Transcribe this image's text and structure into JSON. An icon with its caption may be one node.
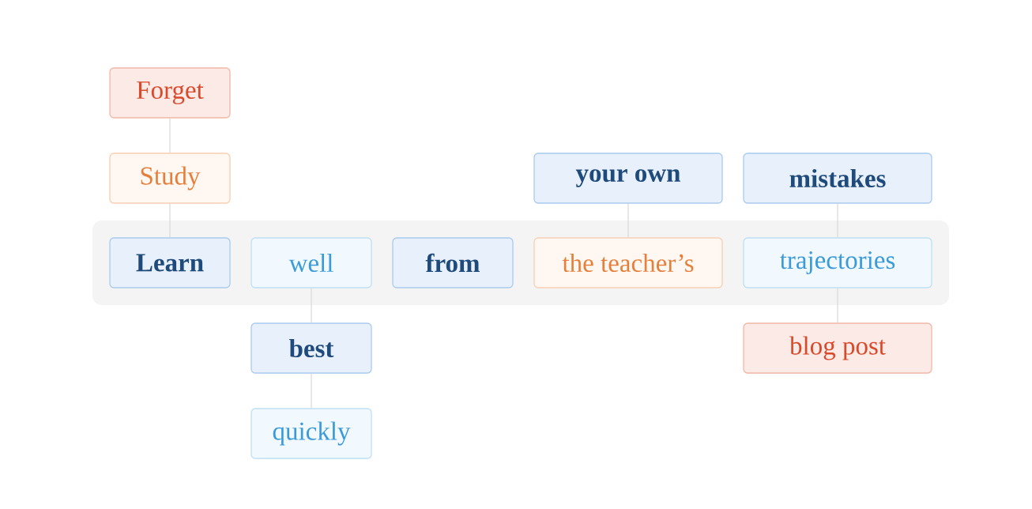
{
  "diagram": {
    "nodes": [
      {
        "text": [
          "Forget"
        ]
      },
      {
        "text": [
          "Study"
        ]
      },
      {
        "text": [
          "your own"
        ]
      },
      {
        "text": [
          "mistakes"
        ]
      },
      {
        "text": [],
        "shape": "band"
      },
      {
        "text": [
          "Learn"
        ],
        "in": 4
      },
      {
        "text": [
          "well"
        ],
        "in": 4
      },
      {
        "text": [
          "from"
        ],
        "in": 4
      },
      {
        "text": [
          "the teacher’s"
        ],
        "in": 4
      },
      {
        "text": [
          "trajectories"
        ],
        "in": 4
      },
      {
        "text": [
          "best"
        ]
      },
      {
        "text": [
          "blog post"
        ]
      },
      {
        "text": [
          "quickly"
        ]
      }
    ],
    "edges": [
      {
        "from": 0,
        "to": 1,
        "arrow": "none"
      },
      {
        "from": 1,
        "to": 5,
        "arrow": "none"
      },
      {
        "from": 2,
        "to": 8,
        "arrow": "none"
      },
      {
        "from": 3,
        "to": 9,
        "arrow": "none"
      },
      {
        "from": 6,
        "to": 10,
        "arrow": "none"
      },
      {
        "from": 9,
        "to": 11,
        "arrow": "none"
      },
      {
        "from": 10,
        "to": 12,
        "arrow": "none"
      }
    ]
  }
}
